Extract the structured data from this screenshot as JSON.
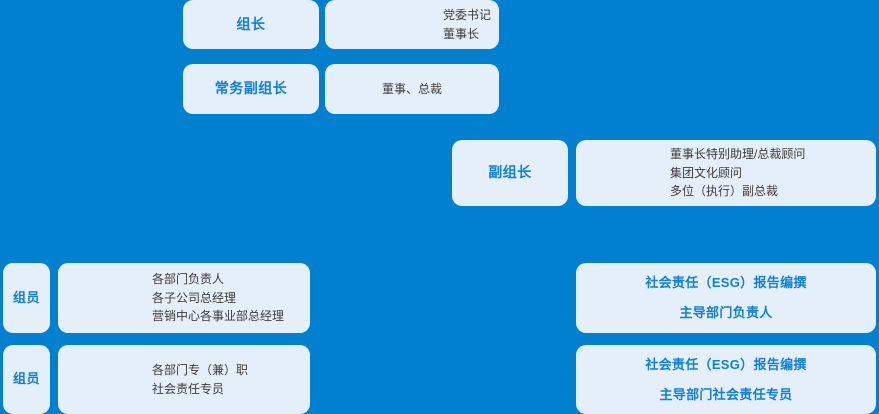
{
  "theme": {
    "background": "#0080ce",
    "card_background": "#e4effa",
    "role_text_color": "#1080d8",
    "detail_text_color": "#3c3c3c"
  },
  "rows": {
    "leader": {
      "role": "组长",
      "details": [
        "党委书记",
        "董事长"
      ]
    },
    "executive_deputy_leader": {
      "role": "常务副组长",
      "details": [
        "董事、总裁"
      ]
    },
    "deputy_leader": {
      "role": "副组长",
      "details": [
        "董事长特别助理/总裁顾问",
        "集团文化顾问",
        "多位（执行）副总裁"
      ]
    },
    "member_group_1": {
      "role": "组员",
      "details": [
        "各部门负责人",
        "各子公司总经理",
        "营销中心各事业部总经理"
      ]
    },
    "member_group_2": {
      "role": "组员",
      "details": [
        "各部门专（兼）职",
        "社会责任专员"
      ]
    }
  },
  "esg_panels": {
    "lead_department_head": {
      "line1": "社会责任（ESG）报告编撰",
      "line2": "主导部门负责人"
    },
    "lead_department_officer": {
      "line1": "社会责任（ESG）报告编撰",
      "line2": "主导部门社会责任专员"
    }
  }
}
